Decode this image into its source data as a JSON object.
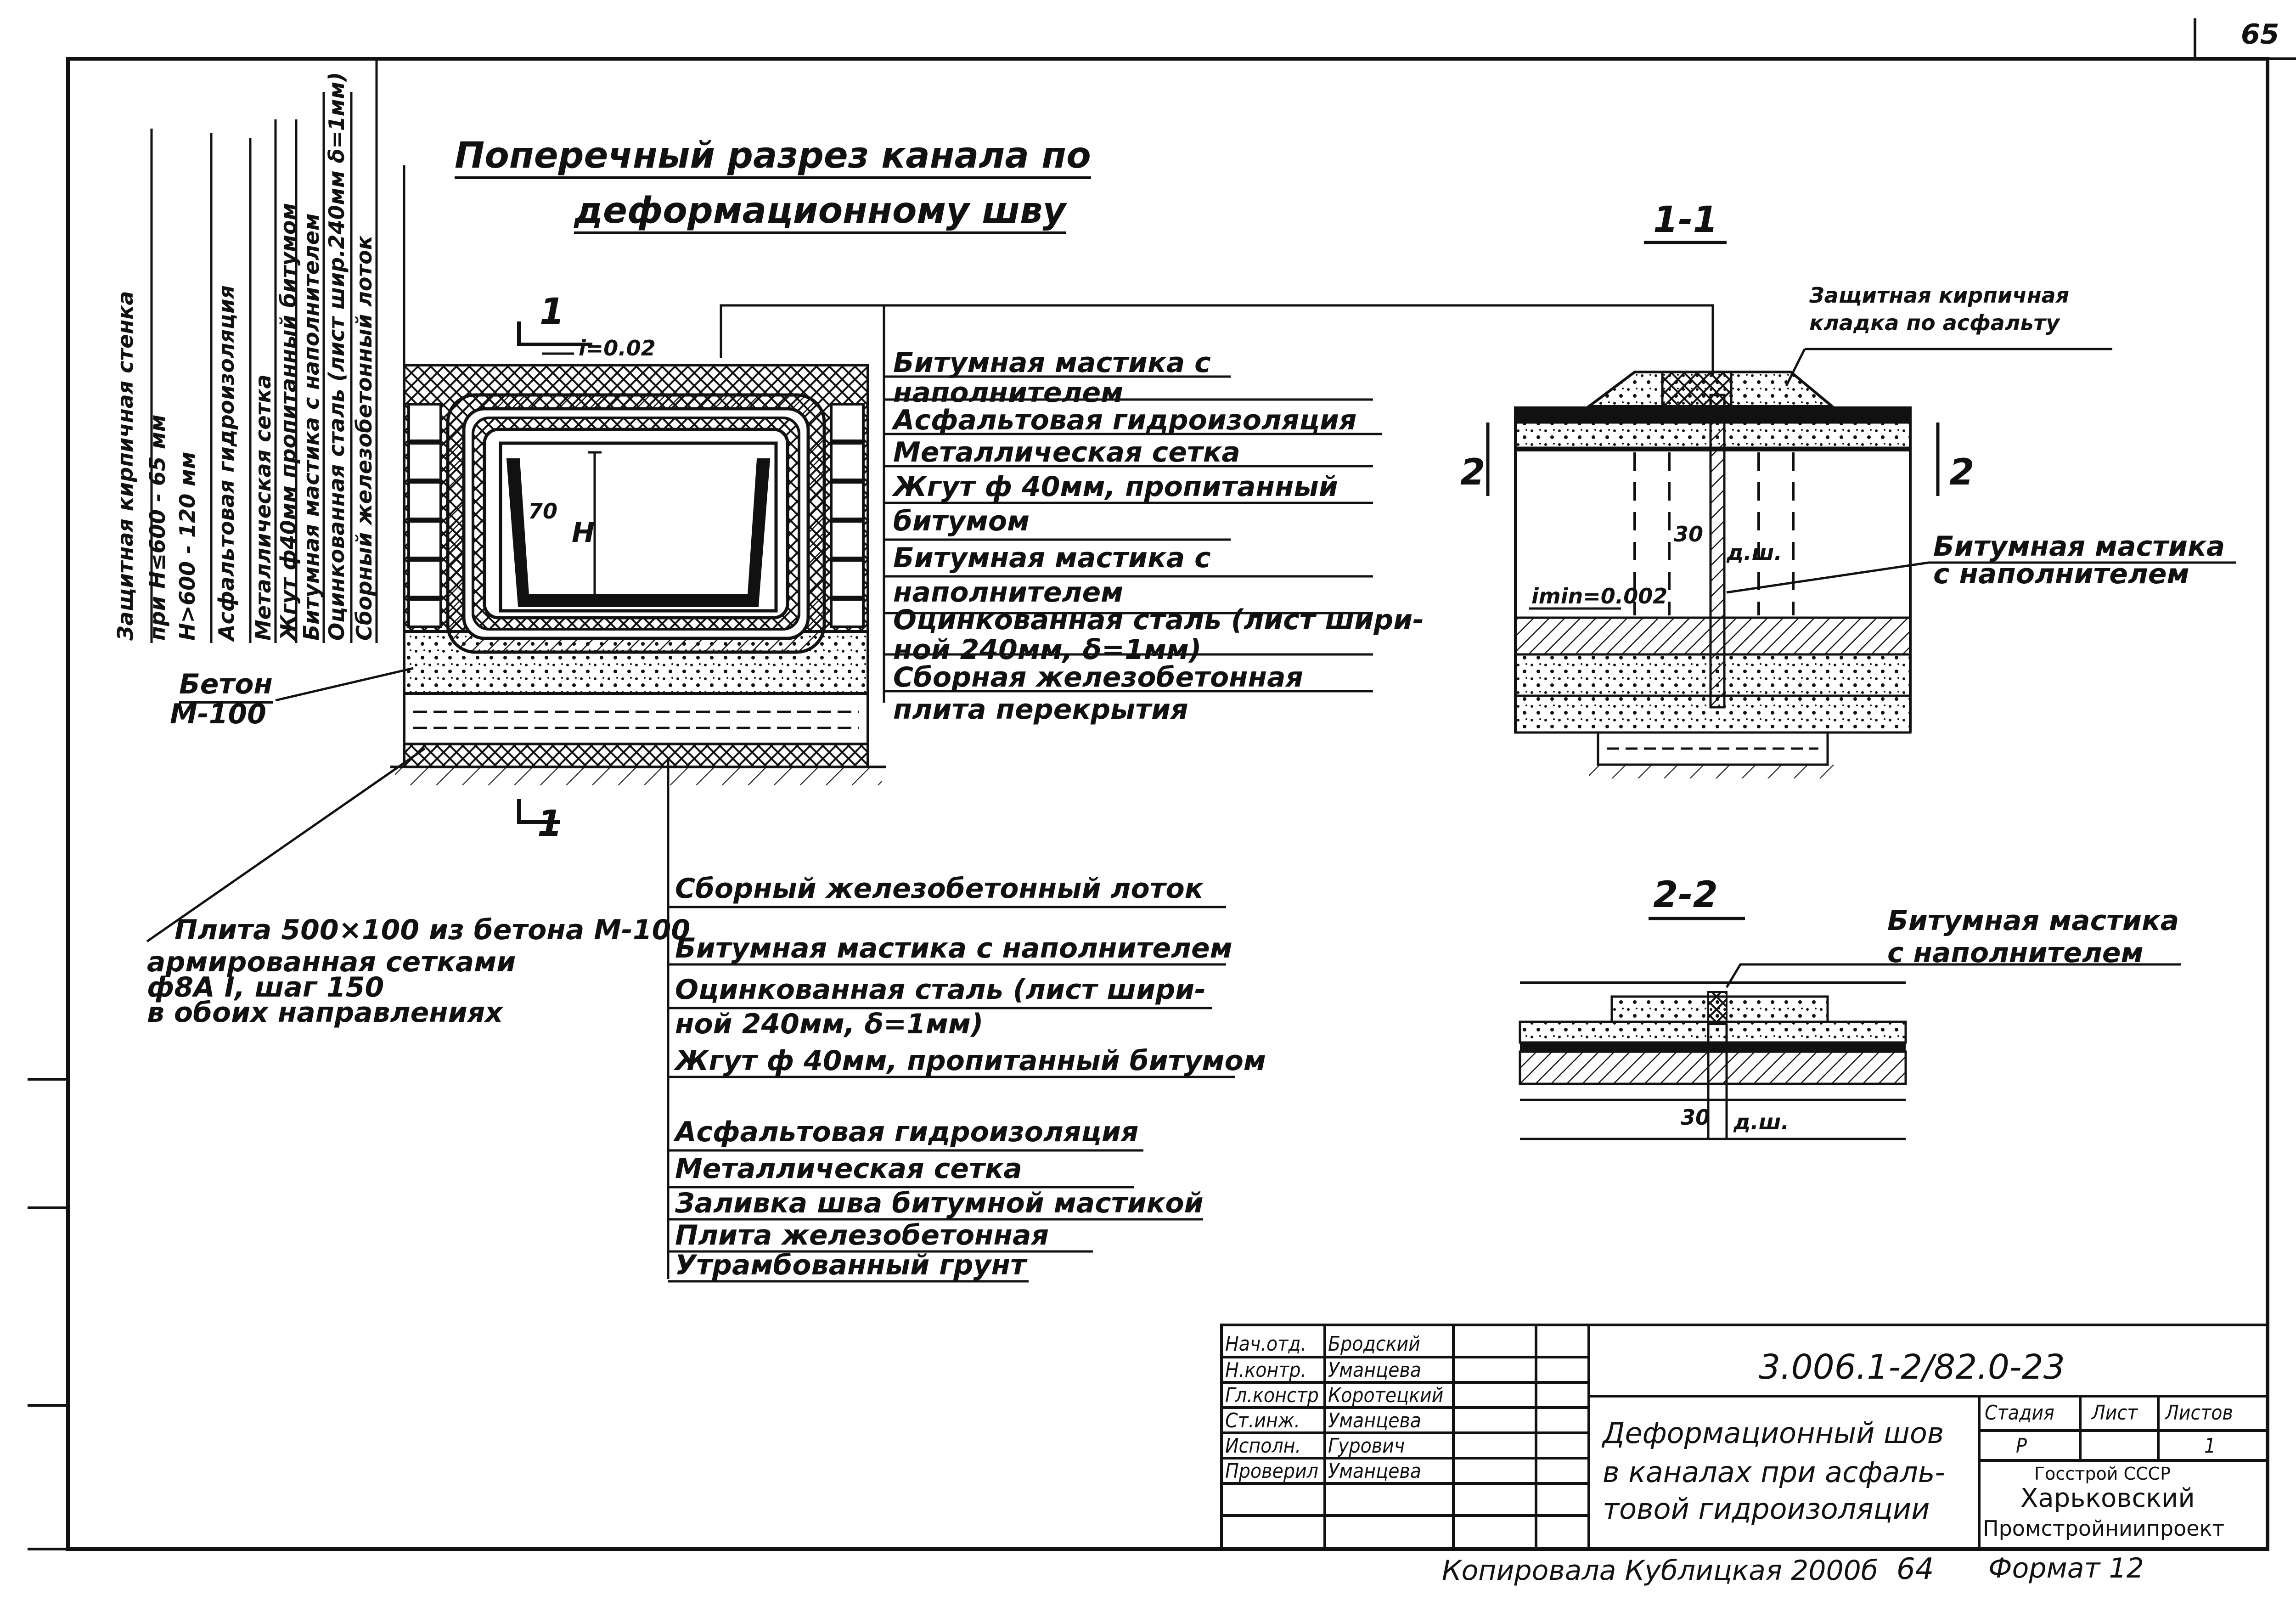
{
  "page_number": "65",
  "title": {
    "line1": "Поперечный разрез канала по",
    "line2": "деформационному шву"
  },
  "vertical_labels": {
    "wall": "Защитная кирпичная стенка",
    "wall_h1": "при H≤600 - 65 мм",
    "wall_h2": "H>600 - 120 мм",
    "hydro": "Асфальтовая гидроизоляция",
    "mesh": "Металлическая сетка",
    "cord": "Жгут ф40мм пропитанный битумом",
    "mastic": "Битумная мастика с наполнителем",
    "steel": "Оцинкованная сталь (лист шир.240мм δ=1мм)",
    "tray": "Сборный железобетонный лоток"
  },
  "main_section": {
    "cut_marker": "1",
    "slope": "i=0.02",
    "dim_h": "H",
    "dim_small": "70",
    "concrete_label": "Бетон",
    "concrete_grade": "М-100"
  },
  "right_callouts": [
    "Битумная мастика с",
    "наполнителем",
    "Асфальтовая гидроизоляция",
    "Металлическая сетка",
    "Жгут ф 40мм, пропитанный",
    "битумом",
    "Битумная мастика с",
    "наполнителем",
    "Оцинкованная сталь (лист шири-",
    "ной 240мм, δ=1мм)",
    "Сборная железобетонная",
    "плита перекрытия"
  ],
  "plate_note": {
    "line1": "Плита 500×100 из бетона М-100",
    "line2": "армированная сетками",
    "line3": "ф8А I, шаг 150",
    "line4": "в обоих направлениях"
  },
  "bottom_callouts": [
    "Сборный железобетонный лоток",
    "Битумная мастика с наполнителем",
    "Оцинкованная сталь (лист шири-",
    "ной 240мм, δ=1мм)",
    "Жгут ф 40мм, пропитанный битумом",
    "Асфальтовая гидроизоляция",
    "Металлическая сетка",
    "Заливка шва битумной мастикой",
    "Плита железобетонная",
    "Утрамбованный грунт"
  ],
  "section_1_1": {
    "title": "1-1",
    "callout_top_1": "Защитная кирпичная",
    "callout_top_2": "кладка по асфальту",
    "left_mark": "2",
    "right_mark": "2",
    "dim_30": "30",
    "dim_dsh": "д.ш.",
    "slope": "imin=0.002",
    "callout_mastic_1": "Битумная мастика",
    "callout_mastic_2": "с наполнителем"
  },
  "section_2_2": {
    "title": "2-2",
    "callout_1": "Битумная мастика",
    "callout_2": "с наполнителем",
    "dim_30": "30",
    "dim_dsh": "д.ш."
  },
  "title_block": {
    "rows": [
      {
        "role": "Нач.отд.",
        "name": "Бродский"
      },
      {
        "role": "Н.контр.",
        "name": "Уманцева"
      },
      {
        "role": "Гл.констр",
        "name": "Коротецкий"
      },
      {
        "role": "Ст.инж.",
        "name": "Уманцева"
      },
      {
        "role": "Исполн.",
        "name": "Гурович"
      },
      {
        "role": "Проверил",
        "name": "Уманцева"
      }
    ],
    "code": "3.006.1-2/82.0-23",
    "drawing_title_1": "Деформационный шов",
    "drawing_title_2": "в каналах при асфаль-",
    "drawing_title_3": "товой гидроизоляции",
    "stage_label": "Стадия",
    "sheet_label": "Лист",
    "sheets_label": "Листов",
    "stage_value": "Р",
    "sheets_value": "1",
    "org_1": "Госстрой СССР",
    "org_2": "Харьковский",
    "org_3": "Промстройниипроект"
  },
  "footer": {
    "copied": "Копировала Кублицкая 2000б",
    "number": "64",
    "format": "Формат 12"
  }
}
